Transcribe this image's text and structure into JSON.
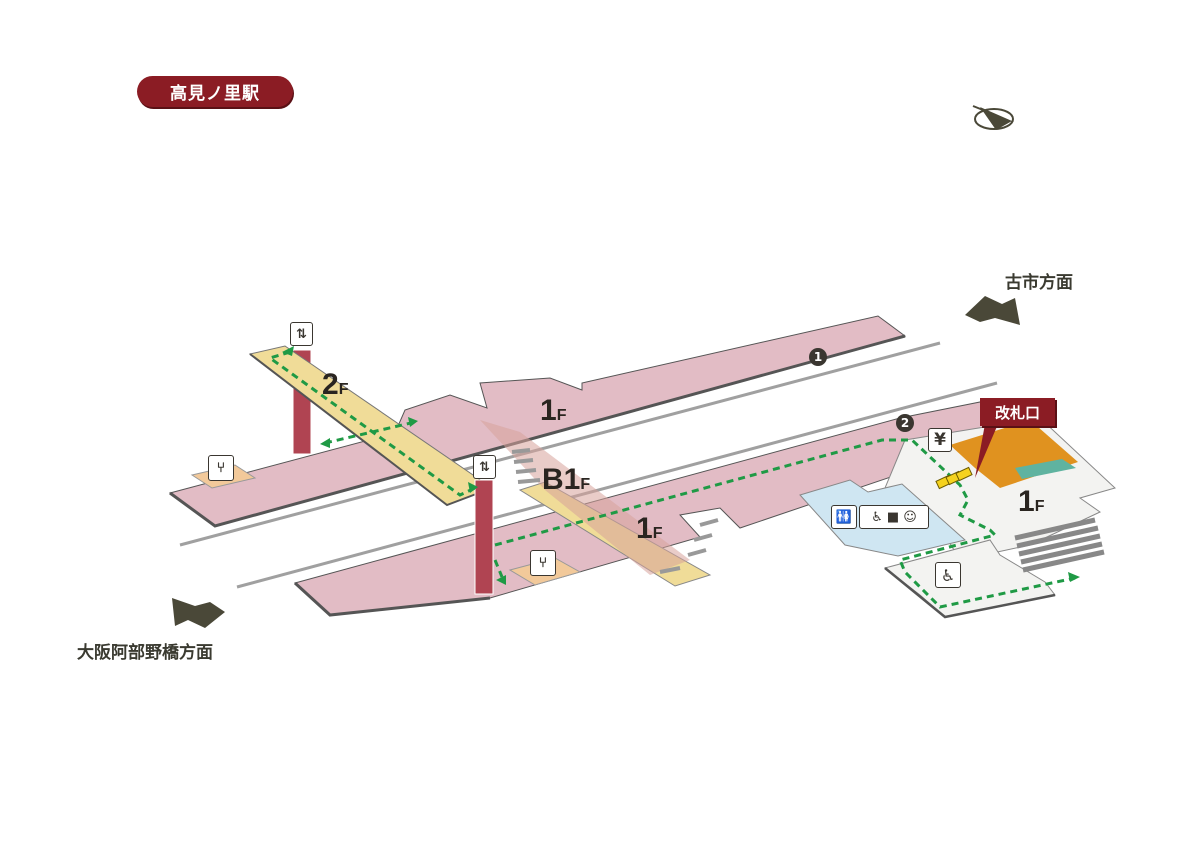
{
  "station": {
    "title": "高見ノ里駅"
  },
  "directions": {
    "east": "古市方面",
    "west": "大阪阿部野橋方面"
  },
  "floors": {
    "bridge": {
      "num": "2",
      "unit": "F"
    },
    "platform1": {
      "num": "1",
      "unit": "F"
    },
    "underpass": {
      "num": "B1",
      "unit": "F"
    },
    "platform2": {
      "num": "1",
      "unit": "F"
    },
    "concourse": {
      "num": "1",
      "unit": "F"
    }
  },
  "gate": {
    "label": "改札口"
  },
  "platform_numbers": [
    "1",
    "2"
  ],
  "icons": {
    "fare": "¥",
    "restroom": "🚻",
    "accessible": "♿",
    "ostomate": "■",
    "baby": "☺",
    "elevator": "⇅",
    "seat": "⑂"
  },
  "colors": {
    "brand": "#8b1c24",
    "platform": "#e2bcc5",
    "bridge": "#f0dc98",
    "route": "#1f9a45",
    "gate_area": "#e0921f",
    "toilet_area": "#cfe6f2"
  }
}
